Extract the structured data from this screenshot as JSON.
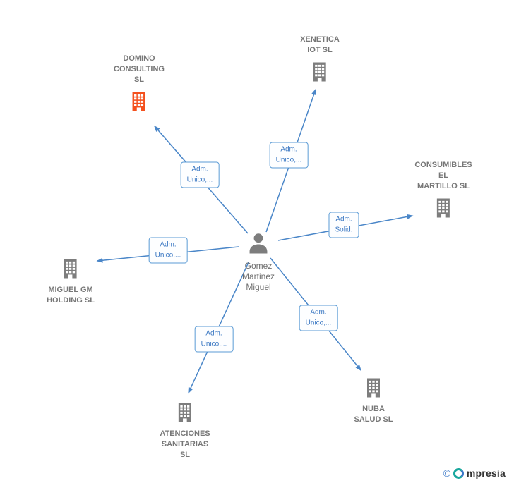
{
  "colors": {
    "edge_blue": "#4a86c8",
    "edge_label_blue": "#3b78c3",
    "company_label_gray": "#777777",
    "building_gray": "#7d7d7d",
    "highlight_orange": "#f4511e",
    "watermark_teal": "#1aa79d",
    "watermark_blue": "#3a78c8"
  },
  "person": {
    "name": "Gomez\nMartinez\nMiguel"
  },
  "companies": [
    {
      "name": "DOMINO\nCONSULTING\nSL",
      "highlighted": true
    },
    {
      "name": "XENETICA\nIOT SL",
      "highlighted": false
    },
    {
      "name": "CONSUMIBLES\nEL\nMARTILLO SL",
      "highlighted": false
    },
    {
      "name": "MIGUEL GM\nHOLDING SL",
      "highlighted": false
    },
    {
      "name": "ATENCIONES\nSANITARIAS\nSL",
      "highlighted": false
    },
    {
      "name": "NUBA\nSALUD SL",
      "highlighted": false
    }
  ],
  "edges": [
    {
      "label": "Adm.\nUnico,...",
      "from": "Gomez Martinez Miguel",
      "to": "DOMINO CONSULTING SL"
    },
    {
      "label": "Adm.\nUnico,...",
      "from": "Gomez Martinez Miguel",
      "to": "XENETICA IOT SL"
    },
    {
      "label": "Adm.\nSolid.",
      "from": "Gomez Martinez Miguel",
      "to": "CONSUMIBLES EL MARTILLO SL"
    },
    {
      "label": "Adm.\nUnico,...",
      "from": "Gomez Martinez Miguel",
      "to": "MIGUEL GM HOLDING SL"
    },
    {
      "label": "Adm.\nUnico,...",
      "from": "Gomez Martinez Miguel",
      "to": "ATENCIONES SANITARIAS SL"
    },
    {
      "label": "Adm.\nUnico,...",
      "from": "Gomez Martinez Miguel",
      "to": "NUBA SALUD SL"
    }
  ],
  "watermark": {
    "copyright": "©",
    "brand": "mpresia"
  }
}
